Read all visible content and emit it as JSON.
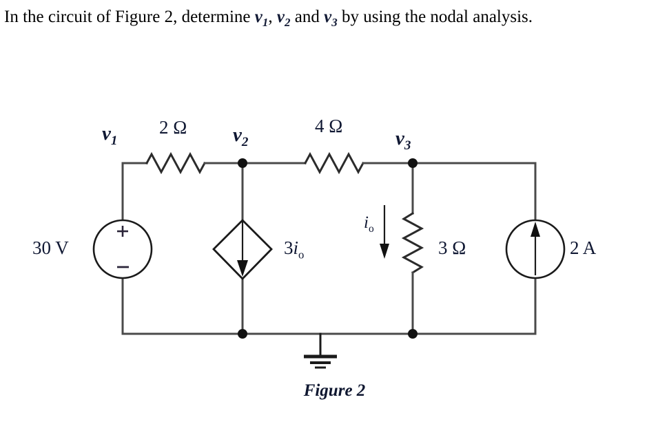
{
  "problem": {
    "text_before_v1": "In the circuit of Figure 2, determine ",
    "v1": "v",
    "v1_sub": "1",
    "sep_1": ", ",
    "v2": "v",
    "v2_sub": "2",
    "sep_2": " and ",
    "v3": "v",
    "v3_sub": "3",
    "text_after": " by using the nodal analysis."
  },
  "figure": {
    "caption": "Figure 2",
    "caption_number": "2"
  },
  "circuit": {
    "node_labels": [
      {
        "name": "v1",
        "base": "v",
        "sub": "1"
      },
      {
        "name": "v2",
        "base": "v",
        "sub": "2"
      },
      {
        "name": "v3",
        "base": "v",
        "sub": "3"
      }
    ],
    "components": [
      {
        "id": "voltage-source-30v",
        "kind": "independent-voltage-source",
        "label": "30 V",
        "value": 30,
        "unit": "V",
        "polarity_top": "+",
        "polarity_bottom": "−",
        "branch": "left-rail",
        "between": [
          "v1",
          "ground"
        ]
      },
      {
        "id": "resistor-2ohm",
        "kind": "resistor",
        "label": "2 Ω",
        "value": 2,
        "unit": "Ω",
        "orientation": "horizontal",
        "between": [
          "v1",
          "v2"
        ]
      },
      {
        "id": "resistor-4ohm",
        "kind": "resistor",
        "label": "4 Ω",
        "value": 4,
        "unit": "Ω",
        "orientation": "horizontal",
        "between": [
          "v2",
          "v3"
        ]
      },
      {
        "id": "dependent-current-source-3io",
        "kind": "dependent-current-source",
        "label_coeff": "3",
        "label_current": "i",
        "label_sub": "o",
        "label": "3io",
        "arrow_direction": "down",
        "between": [
          "v2",
          "ground"
        ]
      },
      {
        "id": "resistor-3ohm",
        "kind": "resistor",
        "label": "3 Ω",
        "value": 3,
        "unit": "Ω",
        "orientation": "vertical",
        "between": [
          "v3",
          "ground"
        ]
      },
      {
        "id": "current-label-io",
        "kind": "branch-current-label",
        "label_current": "i",
        "label_sub": "o",
        "label": "io",
        "arrow_direction": "down",
        "measures_branch": "resistor-3ohm"
      },
      {
        "id": "current-source-2a",
        "kind": "independent-current-source",
        "label": "2 A",
        "value": 2,
        "unit": "A",
        "arrow_direction": "up",
        "branch": "right-rail",
        "between": [
          "ground",
          "v3"
        ]
      },
      {
        "id": "ground-reference",
        "kind": "ground",
        "label": ""
      }
    ],
    "colors": {
      "wire": "#3a3a3a",
      "symbol": "#1a1a1a",
      "label": "#101833",
      "background": "#ffffff"
    }
  }
}
